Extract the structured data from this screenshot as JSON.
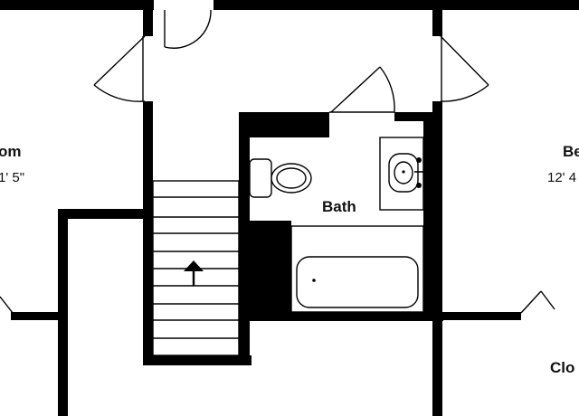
{
  "rooms": {
    "bath": {
      "label": "Bath"
    },
    "left_bedroom": {
      "label_fragment": "om",
      "dimension_fragment": "1' 5\""
    },
    "right_bedroom": {
      "label_fragment": "Be",
      "dimension_fragment": "12' 4"
    },
    "closet": {
      "label_fragment": "Clo"
    }
  },
  "stairs": {
    "direction": "up",
    "arrow_icon": "arrow-up-icon"
  },
  "colors": {
    "wall": "#000000",
    "background": "#ffffff"
  }
}
